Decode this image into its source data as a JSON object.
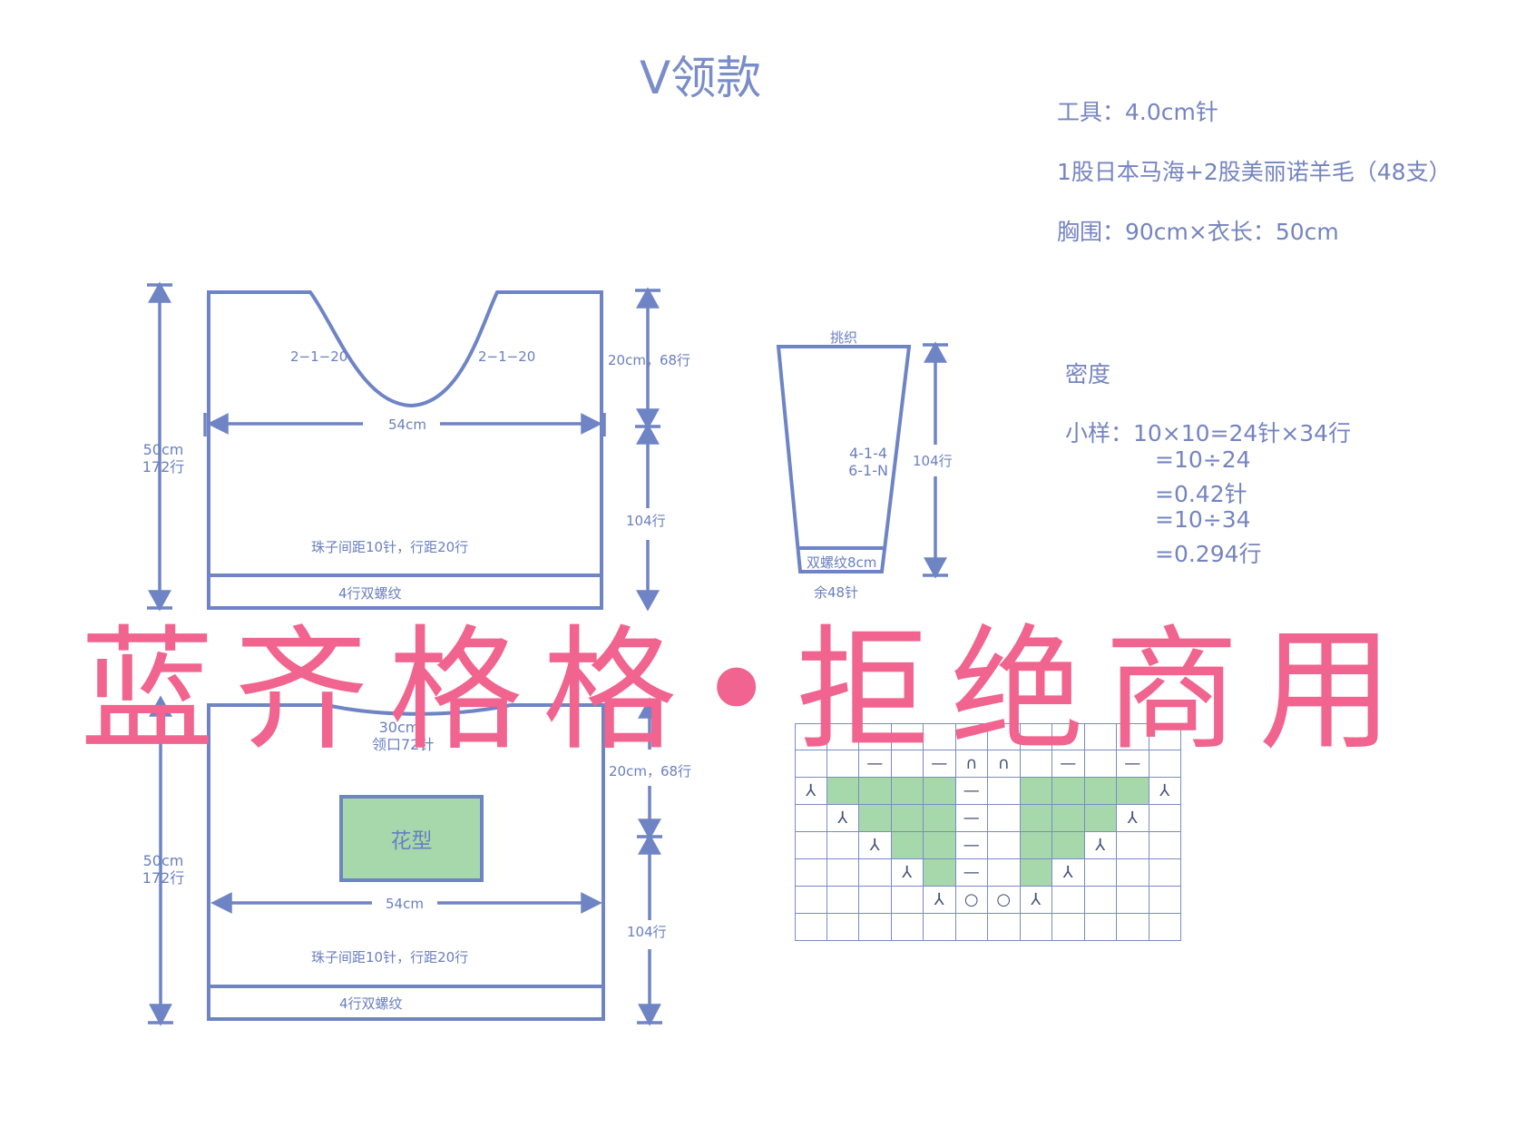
{
  "title": "V领款",
  "info": {
    "tool": "工具：4.0cm针",
    "yarn": "1股日本马海+2股美丽诺羊毛（48支）",
    "size": "胸围：90cm×衣长：50cm"
  },
  "density": {
    "heading": "密度",
    "lines": [
      "小样：10×10=24针×34行",
      "=10÷24",
      "=0.42针",
      "=10÷34",
      "=0.294行"
    ]
  },
  "front": {
    "neck_left": "2−1−20",
    "neck_right": "2−1−20",
    "width": "54cm",
    "height_a": "50cm",
    "height_b": "172行",
    "upper": "20cm，68行",
    "lower": "104行",
    "beads": "珠子间距10针，行距20行",
    "hem": "4行双螺纹"
  },
  "back": {
    "neck_a": "30cm",
    "neck_b": "领口72针",
    "pattern": "花型",
    "width": "54cm",
    "height_a": "50cm",
    "height_b": "172行",
    "upper": "20cm，68行",
    "lower": "104行",
    "beads": "珠子间距10针，行距20行",
    "hem": "4行双螺纹"
  },
  "sleeve": {
    "top": "挑织",
    "dec_a": "4-1-4",
    "dec_b": "6-1-N",
    "rows": "104行",
    "cuff": "双螺纹8cm",
    "remain": "余48针"
  },
  "watermark": "蓝齐格格•拒绝商用",
  "chart": {
    "colors": {
      "line": "#7a8bc4",
      "fill": "#a6d8ac",
      "outline": "#6f84c4",
      "watermark": "#f0648f"
    },
    "rows": [
      [
        "",
        "",
        "",
        "",
        "",
        "",
        "",
        "",
        "",
        "",
        "",
        ""
      ],
      [
        "",
        "",
        "—",
        "",
        "—",
        "∩",
        "∩",
        "",
        "—",
        "",
        "—",
        ""
      ],
      [
        "⅄",
        "g",
        "g",
        "g",
        "g",
        "—",
        "",
        "g",
        "g",
        "g",
        "g",
        "⅄"
      ],
      [
        "",
        "⅄",
        "g",
        "g",
        "g",
        "—",
        "",
        "g",
        "g",
        "g",
        "⅄",
        ""
      ],
      [
        "",
        "",
        "⅄",
        "g",
        "g",
        "—",
        "",
        "g",
        "g",
        "⅄",
        "",
        ""
      ],
      [
        "",
        "",
        "",
        "⅄",
        "g",
        "—",
        "",
        "g",
        "⅄",
        "",
        "",
        ""
      ],
      [
        "",
        "",
        "",
        "",
        "⅄",
        "○",
        "○",
        "⅄",
        "",
        "",
        "",
        ""
      ],
      [
        "",
        "",
        "",
        "",
        "",
        "",
        "",
        "",
        "",
        "",
        "",
        ""
      ]
    ]
  }
}
